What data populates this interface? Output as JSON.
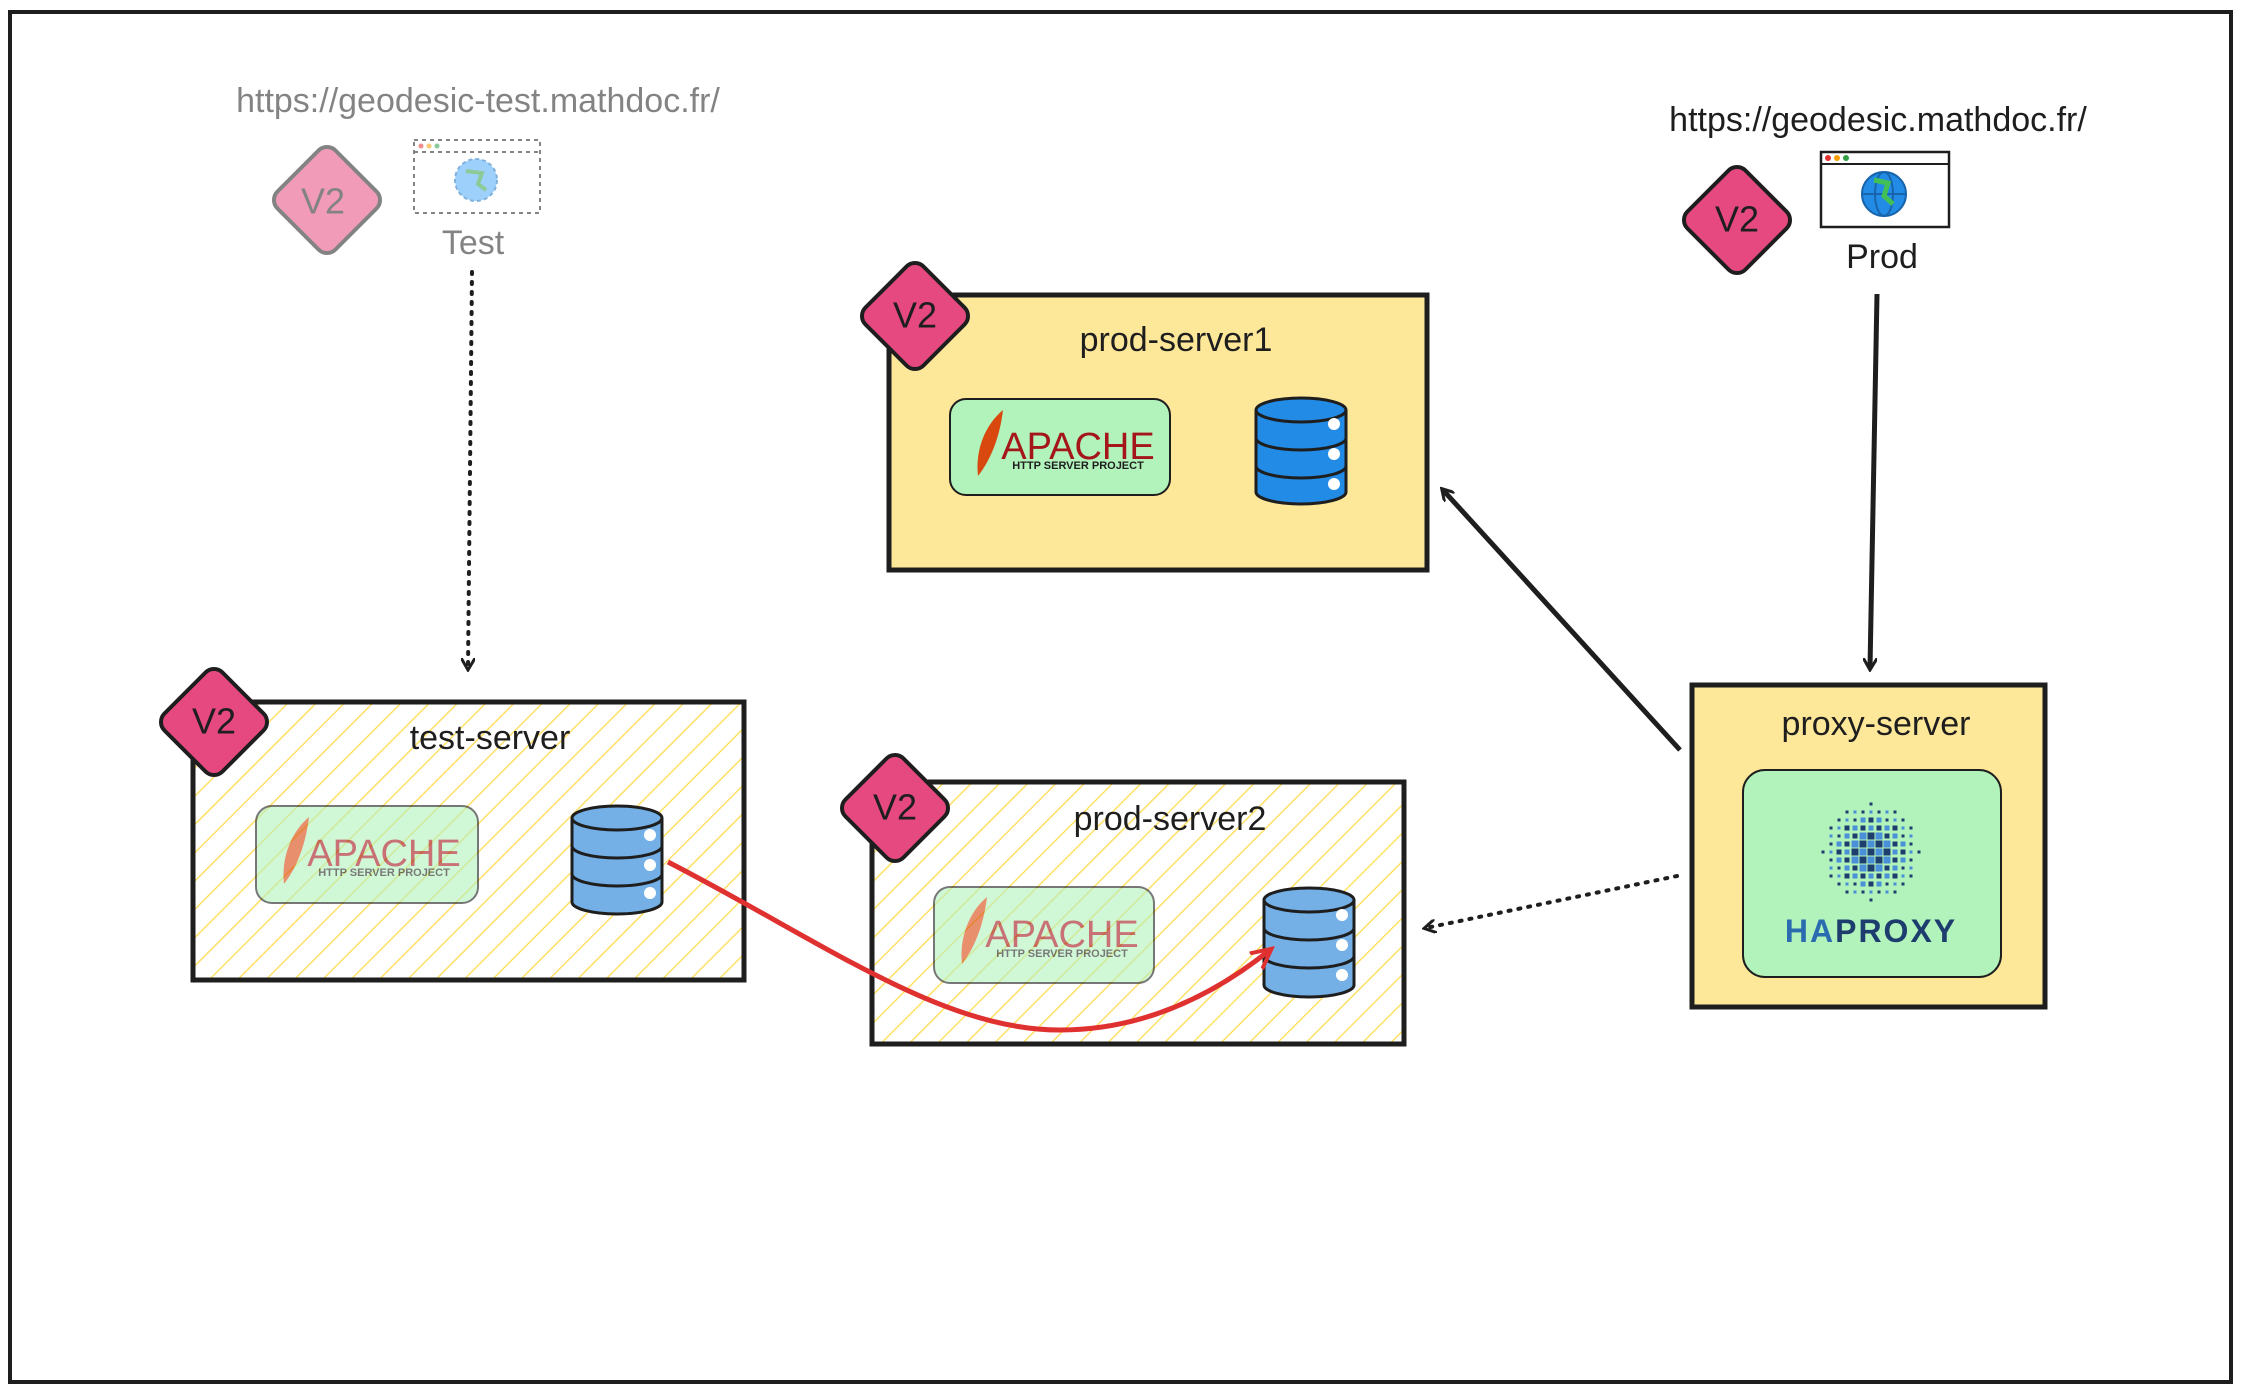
{
  "urls": {
    "test": "https://geodesic-test.mathdoc.fr/",
    "prod": "https://geodesic.mathdoc.fr/"
  },
  "clients": {
    "test_label": "Test",
    "prod_label": "Prod"
  },
  "version_badge": "V2",
  "servers": {
    "prod1": "prod-server1",
    "prod2": "prod-server2",
    "test": "test-server",
    "proxy": "proxy-server"
  },
  "logos": {
    "apache_main": "APACHE",
    "apache_sub": "HTTP SERVER PROJECT",
    "haproxy_ha": "HA",
    "haproxy_proxy": "PROXY"
  },
  "icons": [
    "browser-globe-icon",
    "database-icon",
    "apache-feather-icon",
    "haproxy-logo-icon",
    "version-diamond-icon"
  ],
  "colors": {
    "server_fill": "#fde89a",
    "logo_fill": "#b2f2bb",
    "badge_fill": "#e64980",
    "badge_faded": "#f0a3c3",
    "database_fill": "#228be6",
    "database_faded": "#74b0e6",
    "replication_arrow": "#e03131",
    "ink": "#1e1e1e"
  }
}
